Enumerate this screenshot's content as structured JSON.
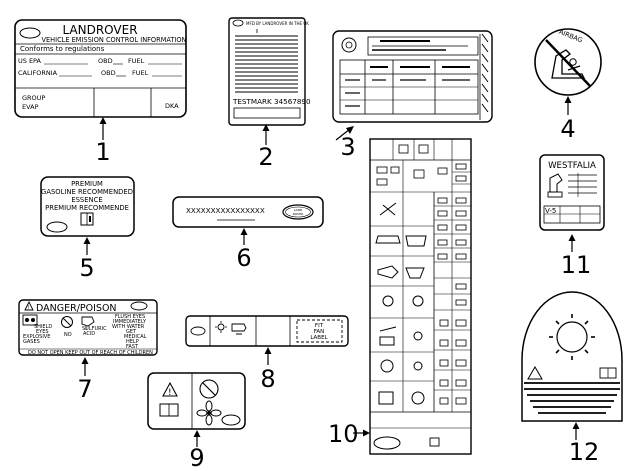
{
  "label1": {
    "brand": "LANDROVER",
    "subtitle": "VEHICLE EMISSION CONTROL INFORMATION",
    "conform": "Conforms to regulations",
    "us_epa": "US EPA",
    "california": "CALIFORNIA",
    "obd1": "OBD",
    "fuel1": "FUEL",
    "obd2": "OBD",
    "fuel2": "FUEL",
    "group": "GROUP",
    "evap": "EVAP",
    "dka": "DKA",
    "callout": "1"
  },
  "label2": {
    "header": "MFD BY LANDROVER IN THE UK",
    "testmark": "TESTMARK 34567890",
    "callout": "2"
  },
  "label3": {
    "callout": "3"
  },
  "label4": {
    "text": "AIRBAG",
    "callout": "4"
  },
  "label5": {
    "lines": [
      "PREMIUM",
      "GASOLINE RECOMMENDED",
      "ESSENCE",
      "PREMIUM RECOMMENDE"
    ],
    "callout": "5"
  },
  "label6": {
    "code": "XXXXXXXXXXXXXXXX",
    "badge1": "LAND",
    "badge2": "ROVER",
    "callout": "6"
  },
  "label7": {
    "title": "DANGER/POISON",
    "shield": "SHIELD",
    "eyes": "EYES",
    "explosive": "EXPLOSIVE",
    "gases": "GASES",
    "no": "NO",
    "sulfuric": "SULFURIC",
    "acid": "ACID",
    "flush_lines": [
      "FLUSH EYES",
      "IMMEDIATELY",
      "WITH WATER",
      "GET",
      "MEDICAL",
      "HELP",
      "FAST"
    ],
    "footer": "DO NOT OPEN KEEP OUT OF REACH OF CHILDREN",
    "callout": "7"
  },
  "label8": {
    "fit": "FIT",
    "fan": "FAN",
    "lbl": "LABEL",
    "callout": "8"
  },
  "label9": {
    "callout": "9"
  },
  "label10": {
    "callout": "10"
  },
  "label11": {
    "title": "WESTFALIA",
    "v5": "V-5",
    "callout": "11"
  },
  "label12": {
    "callout": "12"
  }
}
